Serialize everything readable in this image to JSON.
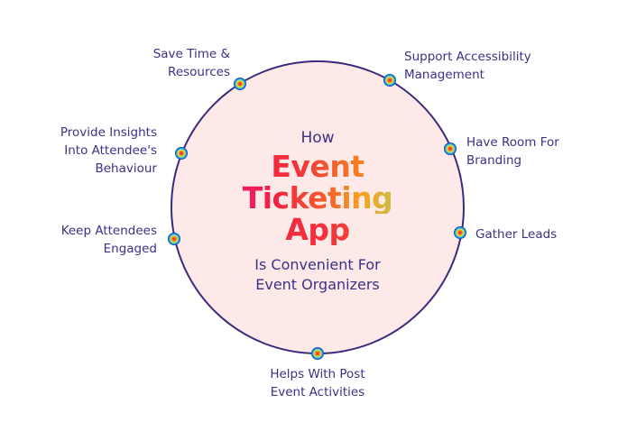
{
  "center": {
    "line1": "How",
    "title_line1": "Event",
    "title_line2": "Ticketing",
    "title_line3": "App",
    "sub_line1": "Is Convenient For",
    "sub_line2": "Event Organizers"
  },
  "benefits": [
    {
      "line1": "Save Time &",
      "line2": "Resources"
    },
    {
      "line1": "Support Accessibility",
      "line2": "Management"
    },
    {
      "line1": "Provide Insights",
      "line2": "Into Attendee's",
      "line3": "Behaviour"
    },
    {
      "line1": "Have Room For",
      "line2": "Branding"
    },
    {
      "line1": "Keep Attendees",
      "line2": "Engaged"
    },
    {
      "line1": "Gather Leads"
    },
    {
      "line1": "Helps With Post",
      "line2": "Event Activities"
    }
  ],
  "colors": {
    "circle_fill": "#fde9e7",
    "circle_stroke": "#3b2a7e",
    "text": "#3b3286"
  }
}
